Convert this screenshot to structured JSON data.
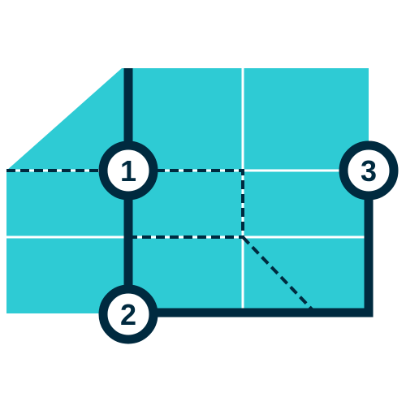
{
  "diagram": {
    "colors": {
      "area": "#2ECBD4",
      "path": "#002A3F",
      "grid": "#ffffff",
      "marker_fill": "#ffffff"
    },
    "markers": [
      {
        "label": "1"
      },
      {
        "label": "2"
      },
      {
        "label": "3"
      }
    ]
  }
}
